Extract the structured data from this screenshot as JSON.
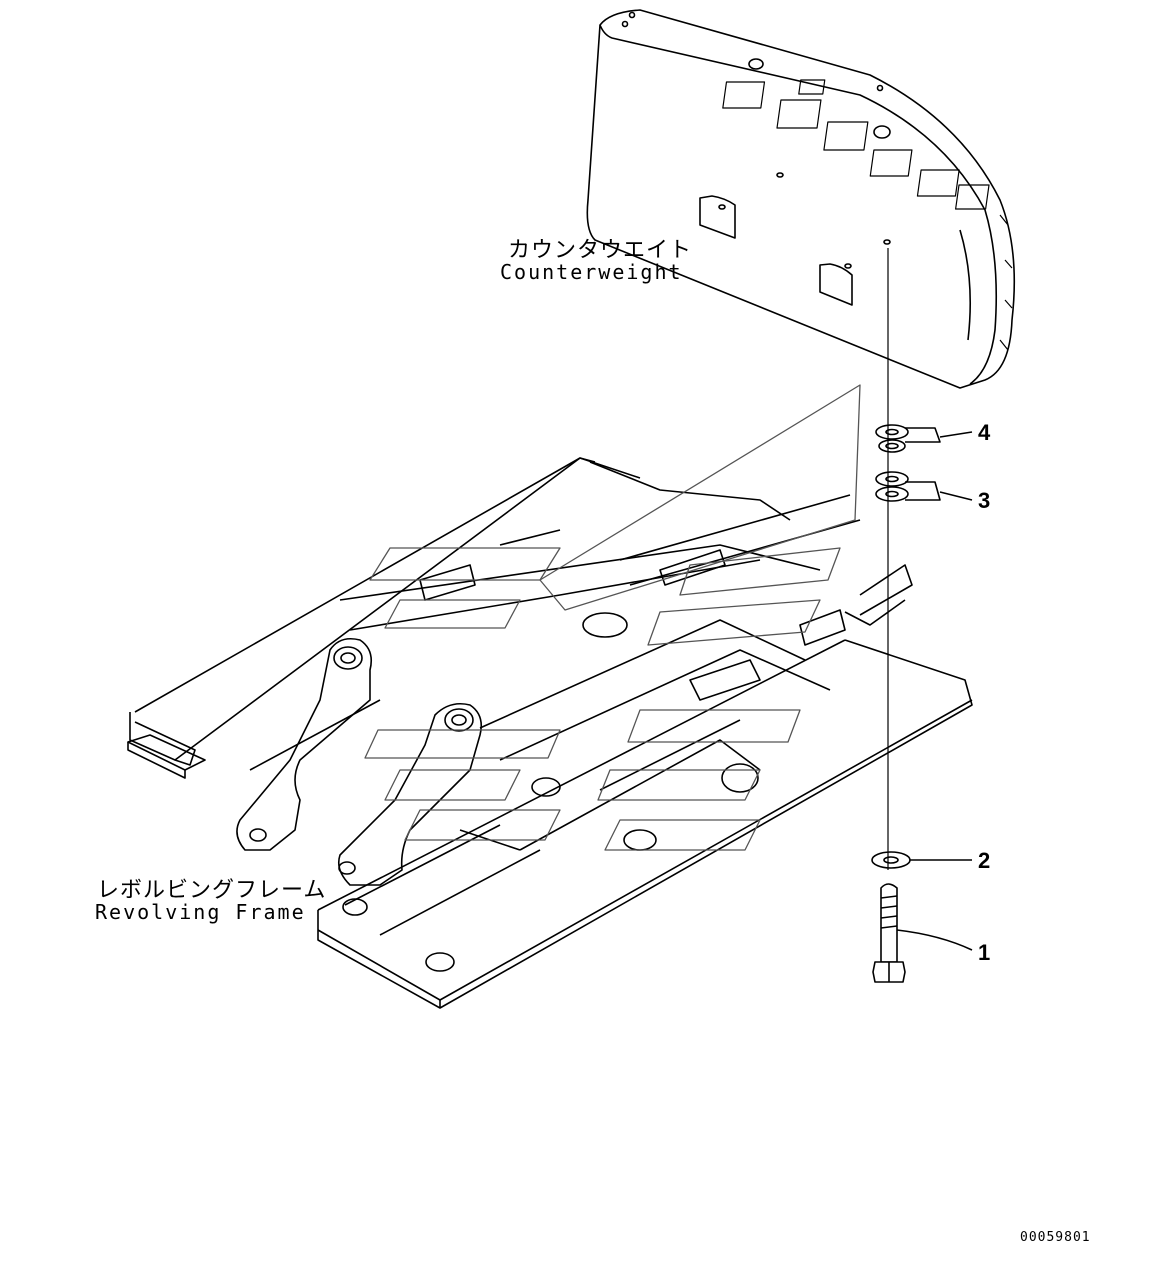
{
  "labels": {
    "counterweight_jp": "カウンタウエイト",
    "counterweight_en": "Counterweight",
    "frame_jp": "レボルビングフレーム",
    "frame_en": "Revolving Frame"
  },
  "callouts": [
    "1",
    "2",
    "3",
    "4"
  ],
  "document_number": "00059801"
}
